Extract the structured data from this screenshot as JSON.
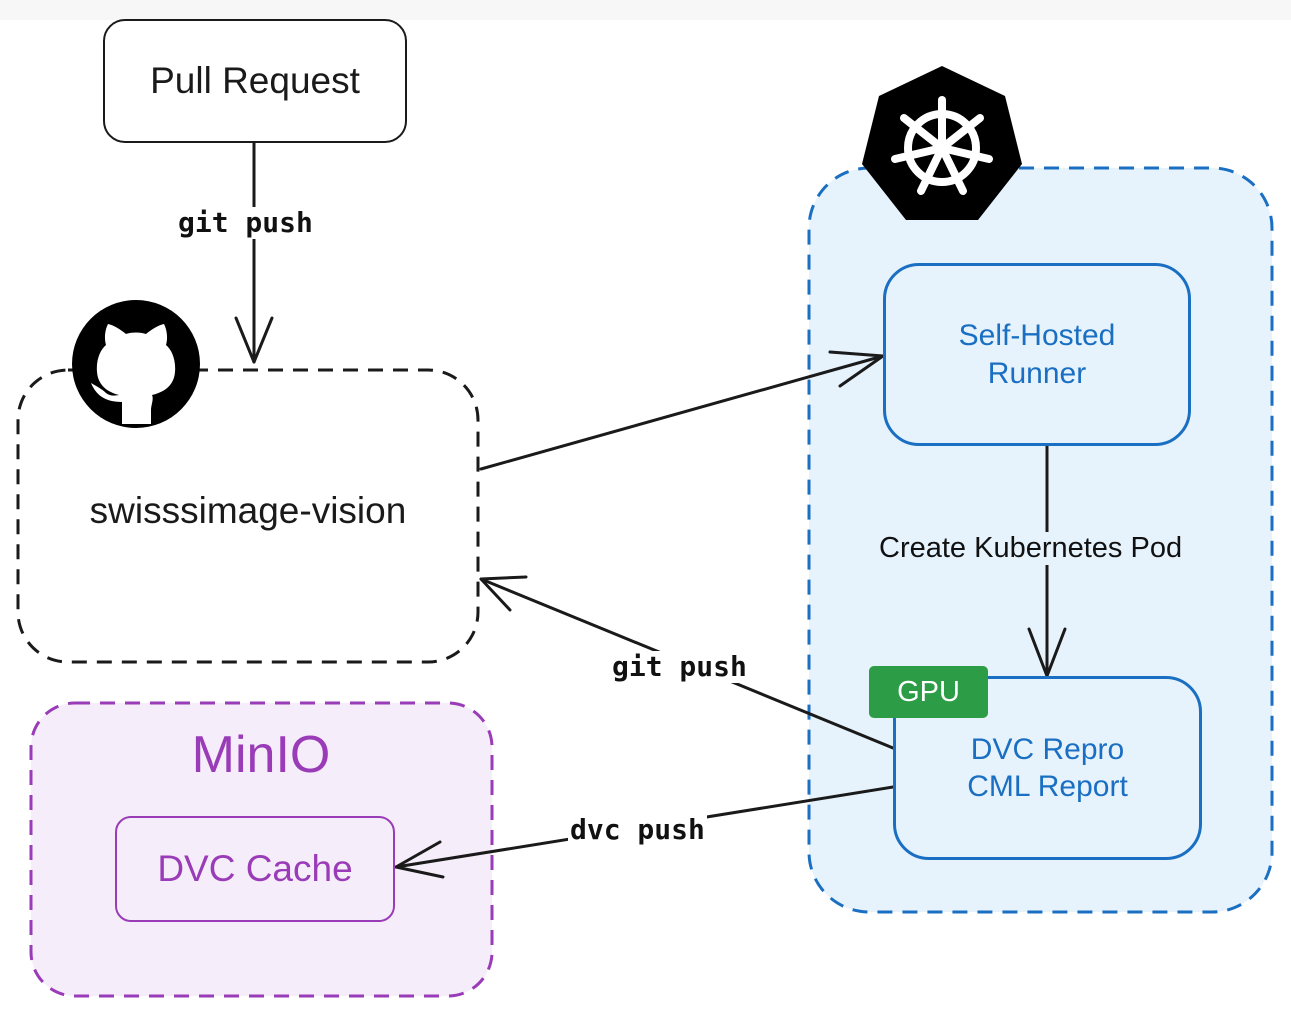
{
  "nodes": {
    "pull_request": "Pull Request",
    "repo": "swisssimage-vision",
    "minio_title": "MinIO",
    "dvc_cache": "DVC Cache",
    "runner": {
      "line1": "Self-Hosted",
      "line2": "Runner"
    },
    "pod": {
      "line1": "DVC Repro",
      "line2": "CML Report"
    },
    "gpu_badge": "GPU"
  },
  "edges": {
    "pr_to_repo": "git push",
    "pod_to_repo": "git push",
    "pod_to_cache": "dvc push",
    "runner_to_pod": "Create Kubernetes Pod"
  },
  "icons": [
    "github-icon",
    "kubernetes-icon"
  ],
  "colors": {
    "kubernetes_group_border": "#1a6fc2",
    "kubernetes_group_fill": "#e6f3fc",
    "minio_group_border": "#9a3bb8",
    "minio_group_fill": "#f5eefa",
    "gpu_badge": "#2d9c46",
    "repo_group_border": "#1a1a1a"
  }
}
